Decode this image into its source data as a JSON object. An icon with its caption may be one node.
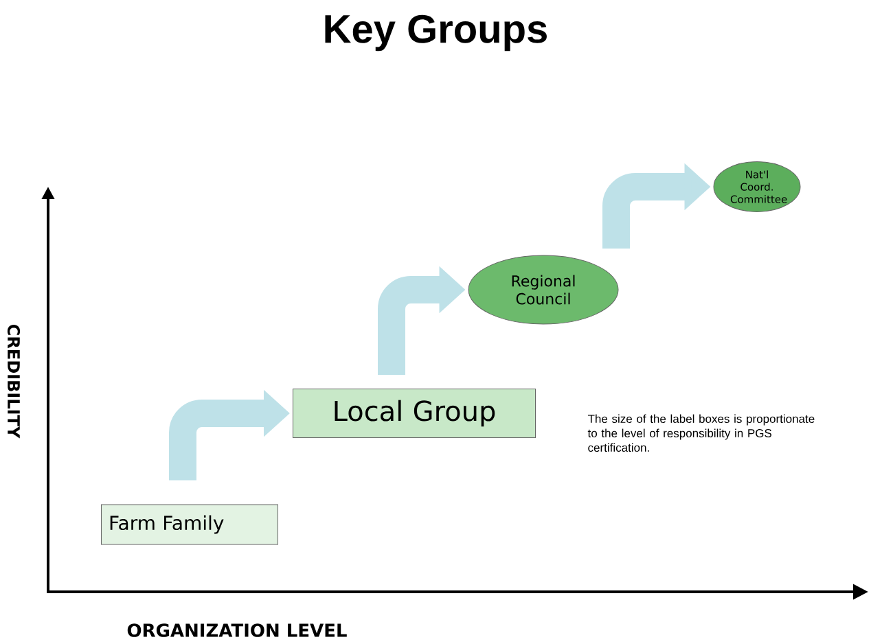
{
  "diagram": {
    "title": "Key Groups",
    "nodes": [
      {
        "text": [
          "Farm Family"
        ]
      },
      {
        "text": [
          "Local Group"
        ]
      },
      {
        "text": [
          "Regional Council"
        ]
      },
      {
        "text": [
          "Nat'l Coord. Committee"
        ]
      }
    ],
    "edges": [
      {
        "from": 0,
        "to": 1,
        "arrow": "to"
      },
      {
        "from": 1,
        "to": 2,
        "arrow": "to"
      },
      {
        "from": 2,
        "to": 3,
        "arrow": "to"
      }
    ],
    "labels": [
      "CREDIBILITY",
      "ORGANIZATION LEVEL",
      "The size of the label boxes is proportionate to the level of responsibility in PGS certification."
    ]
  }
}
